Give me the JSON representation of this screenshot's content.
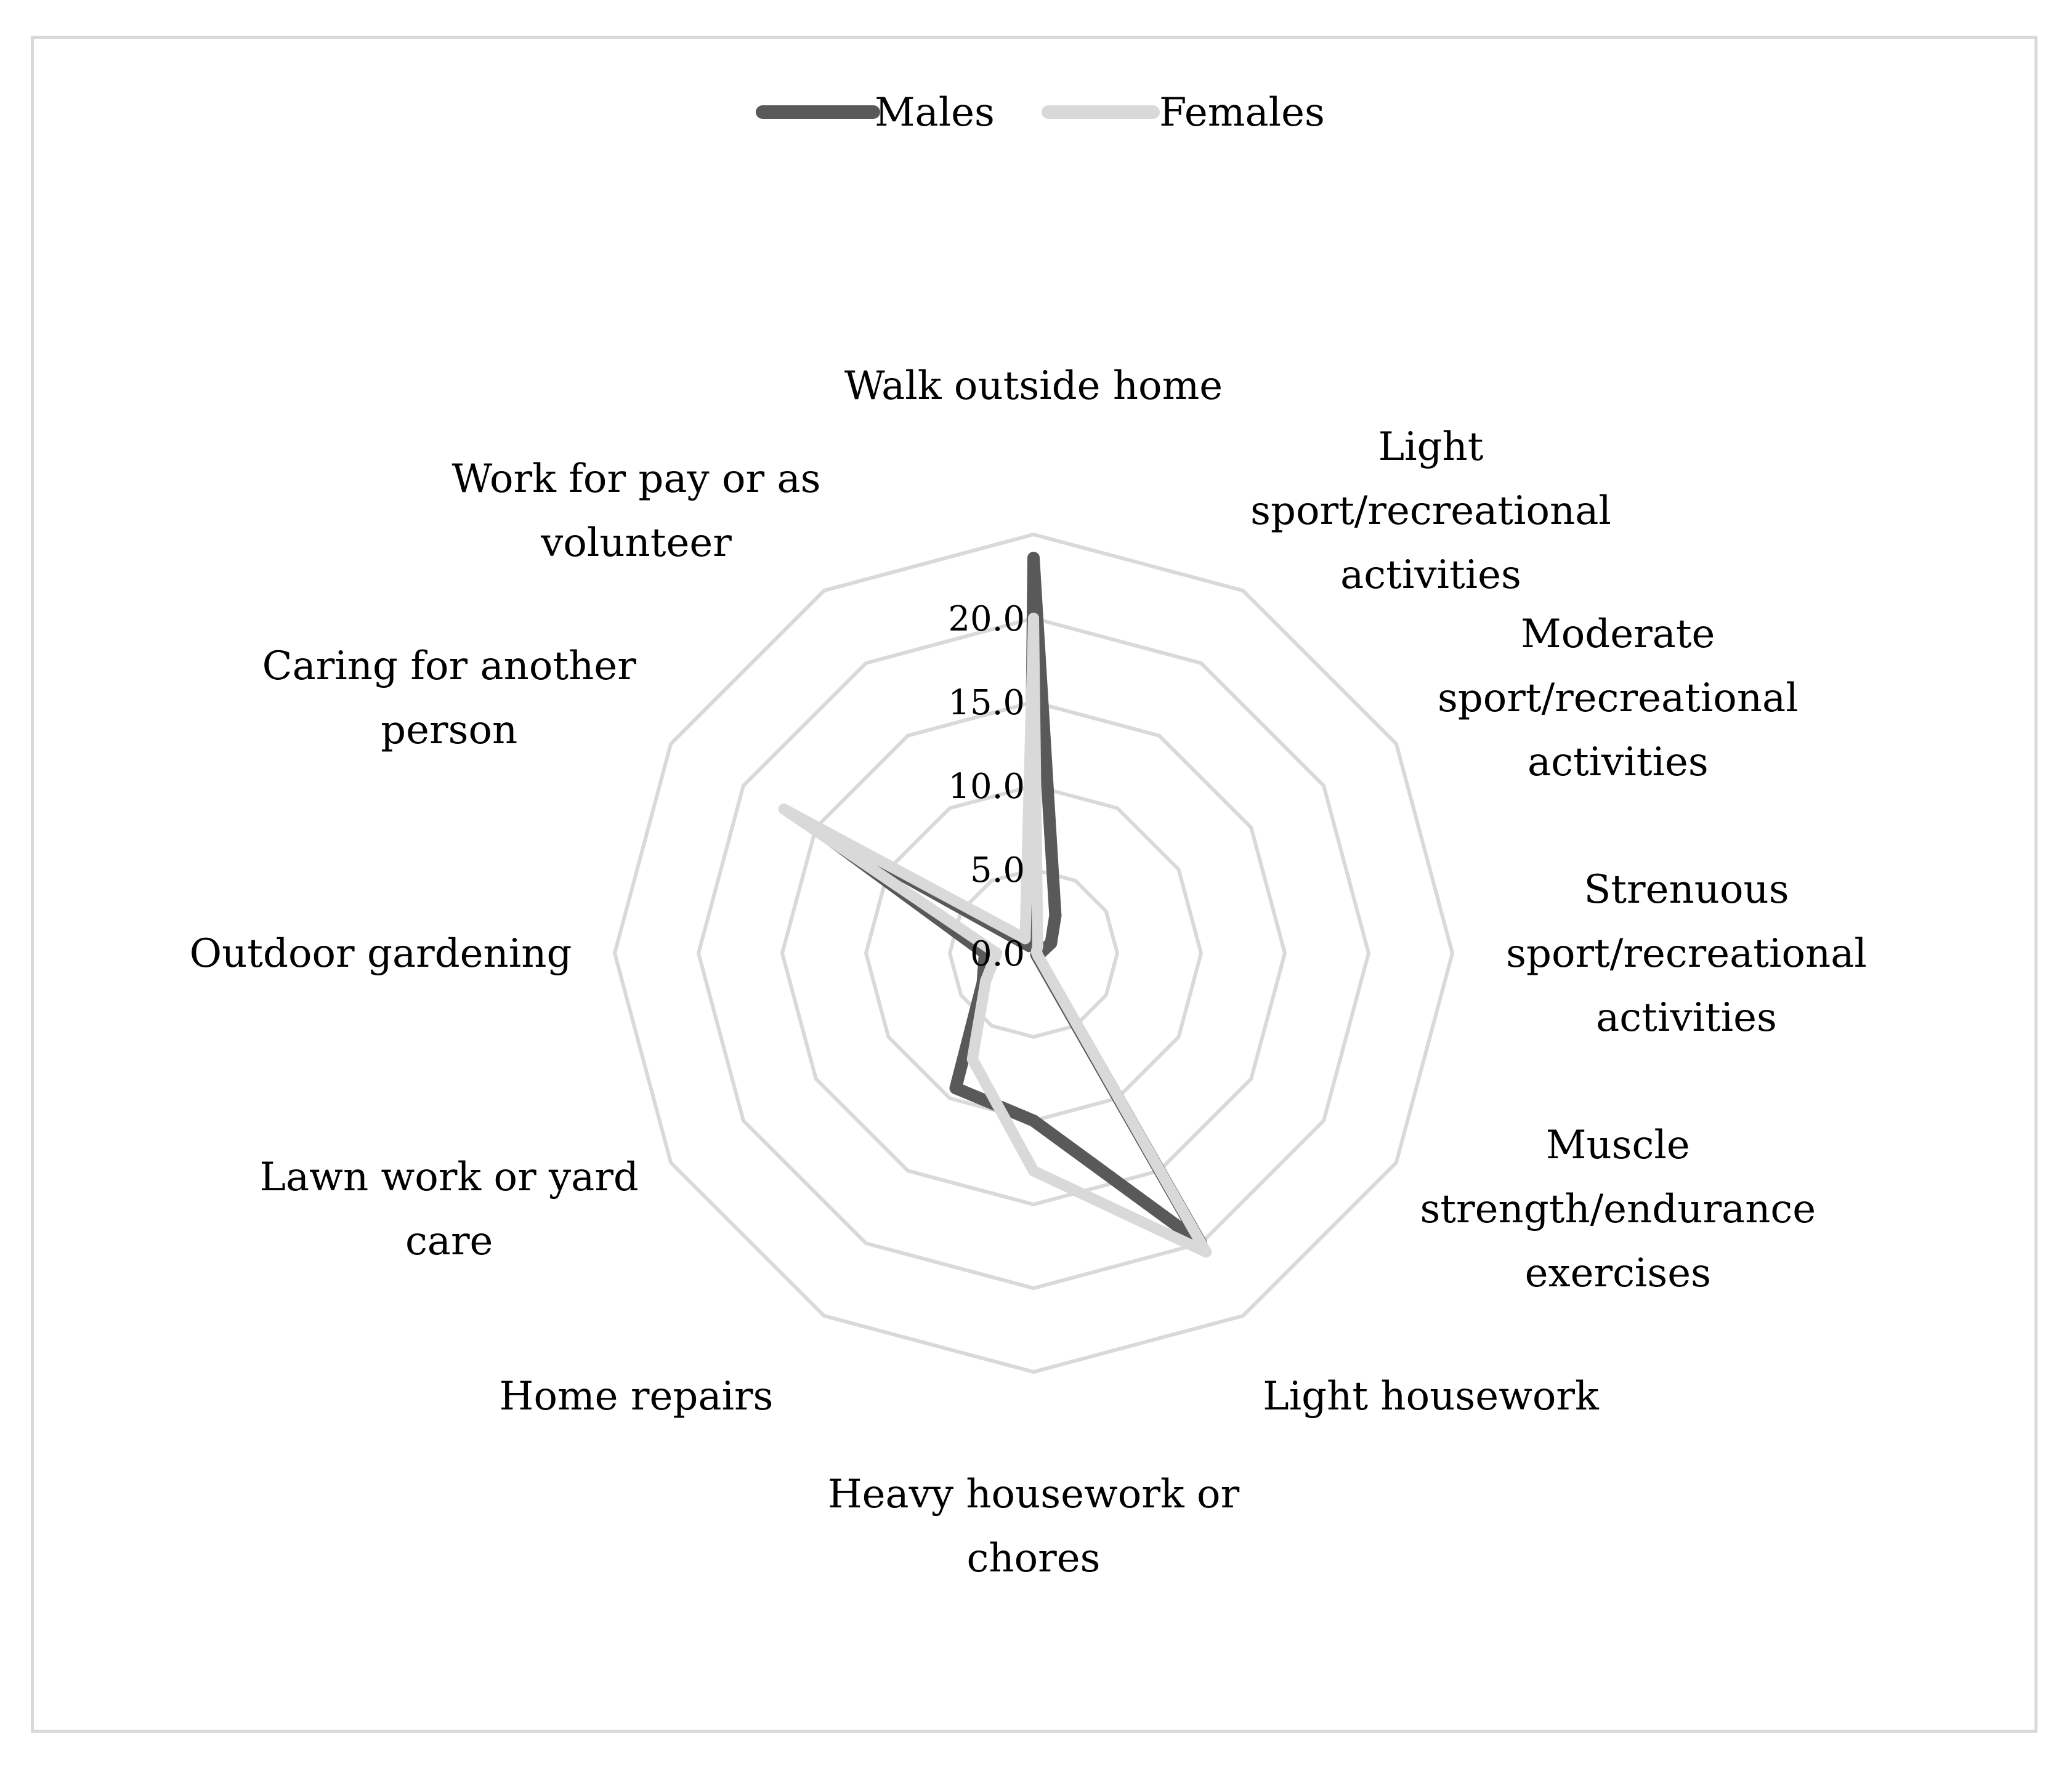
{
  "chart_data": {
    "type": "radar",
    "title": "",
    "categories": [
      [
        "Walk outside home"
      ],
      [
        "Light",
        "sport/recreational",
        "activities"
      ],
      [
        "Moderate",
        "sport/recreational",
        "activities"
      ],
      [
        "Strenuous",
        "sport/recreational",
        "activities"
      ],
      [
        "Muscle",
        "strength/endurance",
        "exercises"
      ],
      [
        "Light housework"
      ],
      [
        "Heavy housework or",
        "chores"
      ],
      [
        "Home repairs"
      ],
      [
        "Lawn work or yard",
        "care"
      ],
      [
        "Outdoor gardening"
      ],
      [
        "Caring for another",
        "person"
      ],
      [
        "Work for pay or as",
        "volunteer"
      ]
    ],
    "radial_axis": {
      "min": 0,
      "max": 25,
      "rings": [
        5,
        10,
        15,
        20,
        25
      ],
      "tick_labels": [
        "0.0",
        "5.0",
        "10.0",
        "15.0",
        "20.0"
      ],
      "tick_values": [
        0,
        5,
        10,
        15,
        20
      ]
    },
    "series": [
      {
        "name": "Males",
        "color": "#595959",
        "values": [
          23.6,
          2.6,
          1.2,
          0.4,
          0.2,
          20.0,
          10.0,
          9.3,
          3.5,
          2.9,
          15.7,
          0.5
        ]
      },
      {
        "name": "Females",
        "color": "#d9d9d9",
        "values": [
          20.0,
          0.5,
          0.2,
          0.2,
          0.3,
          20.6,
          13.0,
          7.3,
          3.3,
          2.2,
          17.2,
          1.0
        ]
      }
    ],
    "legend": {
      "position": "top-center"
    },
    "gridline_color": "#d9d9d9"
  }
}
